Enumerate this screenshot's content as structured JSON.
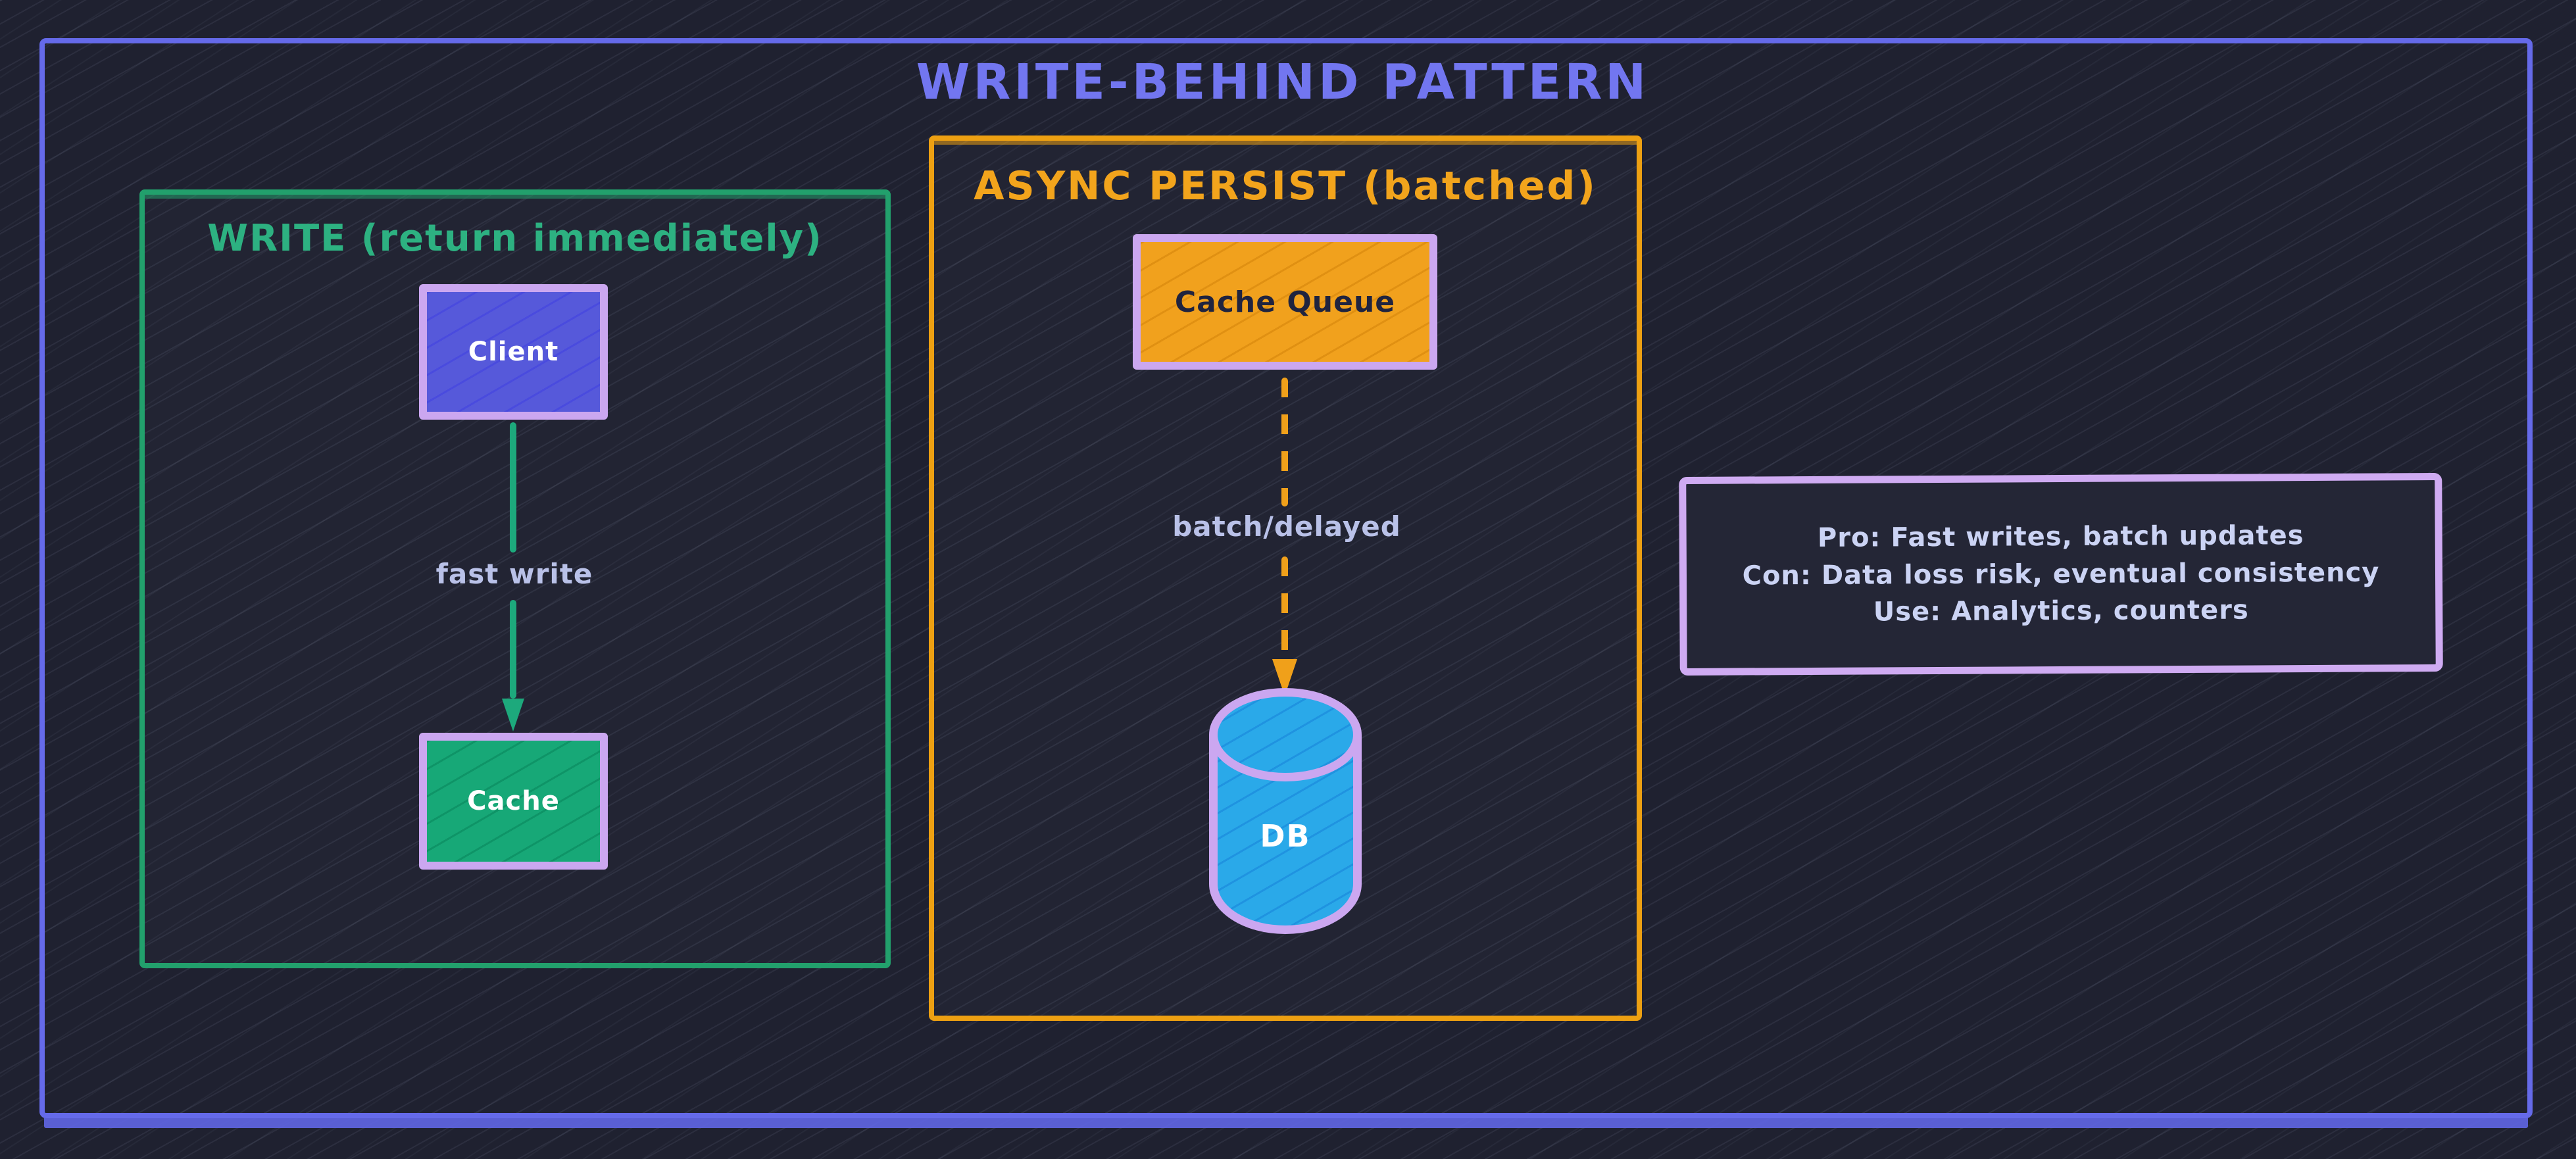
{
  "title": "WRITE-BEHIND PATTERN",
  "write_panel": {
    "title": "WRITE (return immediately)",
    "client_label": "Client",
    "arrow_label": "fast write",
    "cache_label": "Cache"
  },
  "persist_panel": {
    "title": "ASYNC PERSIST (batched)",
    "queue_label": "Cache Queue",
    "arrow_label": "batch/delayed",
    "db_label": "DB"
  },
  "notes": {
    "lines": [
      "Pro: Fast writes, batch updates",
      "Con: Data loss risk, eventual consistency",
      "Use: Analytics, counters"
    ]
  },
  "icons": {
    "fast_write_arrowhead": "triangle-down",
    "batch_arrowhead": "triangle-down"
  },
  "colors": {
    "background": "#1f2130",
    "frame_purple": "#656ae9",
    "title_purple": "#7276f0",
    "green_border": "#22a06c",
    "green_fill": "#17a877",
    "indigo_fill": "#5659da",
    "orange": "#f0a01a",
    "lavender_border": "#cba7f0",
    "blue_fill": "#2aa9e9",
    "edge_label_text": "#b9c1e8",
    "notes_text": "#cbd3f4",
    "node_text_light": "#ffffff",
    "queue_text_dark": "#20243f"
  }
}
